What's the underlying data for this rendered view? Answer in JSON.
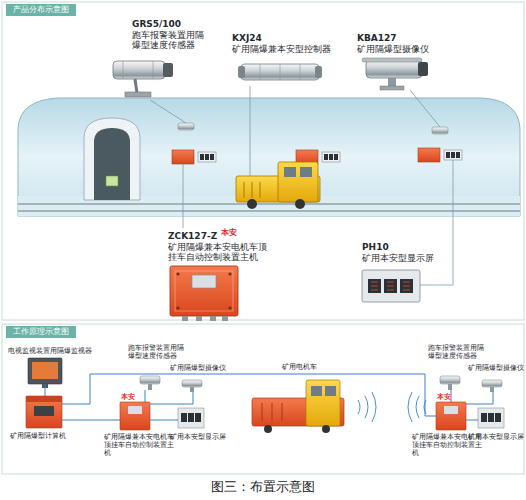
{
  "diagram": {
    "caption": "图三：布置示意图",
    "nodes": [
      {
        "text": [
          "产品分布示意图"
        ]
      },
      {
        "text": [
          "GRS5/100",
          "跑车报警装置用隔爆型速度传感器"
        ]
      },
      {
        "text": [
          "KXJ24",
          "矿用隔爆兼本安型控制器"
        ]
      },
      {
        "text": [
          "KBA127",
          "矿用隔爆型摄像仪"
        ]
      },
      {
        "text": [
          "ZCK127-Z",
          "矿用隔爆兼本安电机车顶挂车自动控制装置主机"
        ]
      },
      {
        "text": [
          "PH10",
          "矿用本安型显示屏"
        ]
      },
      {
        "text": [
          "工作原理示意图"
        ]
      },
      {
        "text": [
          "电视监视装置用隔爆监视器"
        ]
      },
      {
        "text": [
          "跑车报警装置用隔爆型速度传感器"
        ]
      },
      {
        "text": [
          "矿用隔爆型摄像仪"
        ]
      },
      {
        "text": [
          "矿用电机车"
        ]
      },
      {
        "text": [
          "跑车报警装置用隔爆型速度传感器"
        ]
      },
      {
        "text": [
          "矿用隔爆型摄像仪"
        ]
      },
      {
        "text": [
          "矿用隔爆型计算机"
        ]
      },
      {
        "text": [
          "矿用隔爆兼本安电机车顶挂车自动控制装置主机"
        ]
      },
      {
        "text": [
          "矿用本安型显示屏"
        ]
      },
      {
        "text": [
          "矿用隔爆兼本安电机车顶挂车自动控制装置主机"
        ]
      },
      {
        "text": [
          "矿用本安型显示屏"
        ]
      }
    ],
    "edges": [
      {
        "from": 7,
        "to": 13,
        "arrow": "none"
      },
      {
        "from": 13,
        "to": 14,
        "arrow": "none"
      },
      {
        "from": 13,
        "to": 16,
        "arrow": "none"
      },
      {
        "from": 14,
        "to": 8,
        "arrow": "none"
      },
      {
        "from": 14,
        "to": 9,
        "arrow": "none"
      },
      {
        "from": 14,
        "to": 15,
        "arrow": "none"
      },
      {
        "from": 16,
        "to": 11,
        "arrow": "none"
      },
      {
        "from": 16,
        "to": 12,
        "arrow": "none"
      },
      {
        "from": 16,
        "to": 17,
        "arrow": "none"
      }
    ],
    "labels": [
      "本安",
      "本安",
      "本安"
    ]
  }
}
